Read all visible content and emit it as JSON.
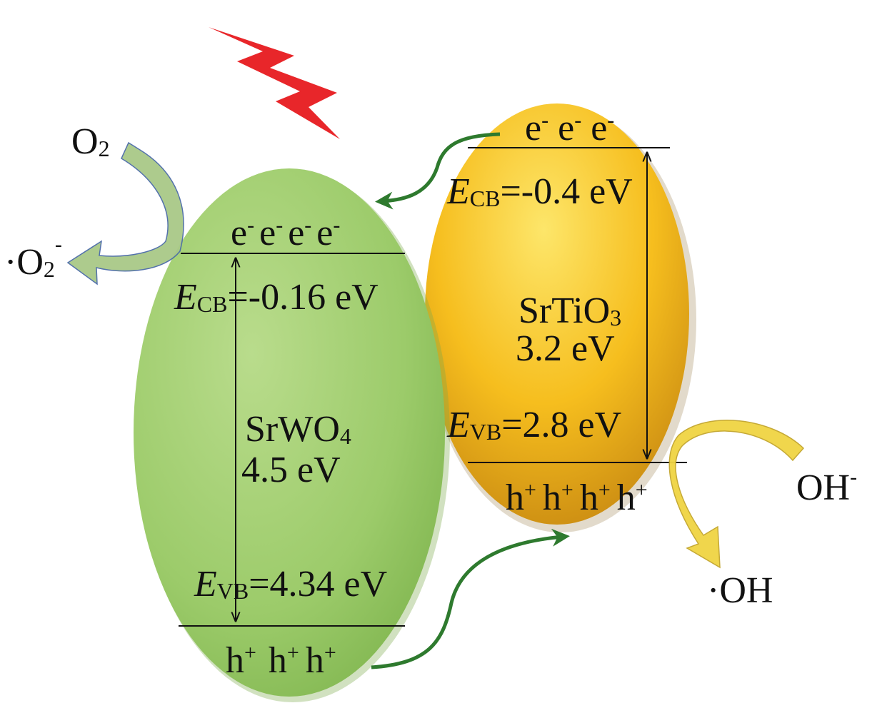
{
  "colors": {
    "srwo4_fill": "#9fcc6c",
    "srtio3_fill": "#f4b81a",
    "lightning": "#e8262a",
    "transfer_arrow": "#2e7a2e",
    "o2_arrow": "#a9c987",
    "oh_arrow": "#e4c63a"
  },
  "srwo4": {
    "name_base": "SrWO",
    "name_sub": "4",
    "band_gap": "4.5 eV",
    "cb_symbol": "E",
    "cb_sub": "CB",
    "cb_value": "=-0.16 eV",
    "vb_symbol": "E",
    "vb_sub": "VB",
    "vb_value": "=4.34 eV",
    "electron": "e",
    "electron_charge": "-",
    "hole": "h",
    "hole_charge": "+"
  },
  "srtio3": {
    "name_base": "SrTiO",
    "name_sub": "3",
    "band_gap": "3.2 eV",
    "cb_symbol": "E",
    "cb_sub": "CB",
    "cb_value": "=-0.4 eV",
    "vb_symbol": "E",
    "vb_sub": "VB",
    "vb_value": "=2.8 eV",
    "electron": "e",
    "electron_charge": "-",
    "hole": "h",
    "hole_charge": "+"
  },
  "species": {
    "o2_base": "O",
    "o2_sub": "2",
    "superoxide_base": "·O",
    "superoxide_sub": "2",
    "superoxide_charge": "-",
    "hydroxide_base": "OH",
    "hydroxide_charge": "-",
    "hydroxyl_radical": "·OH"
  }
}
